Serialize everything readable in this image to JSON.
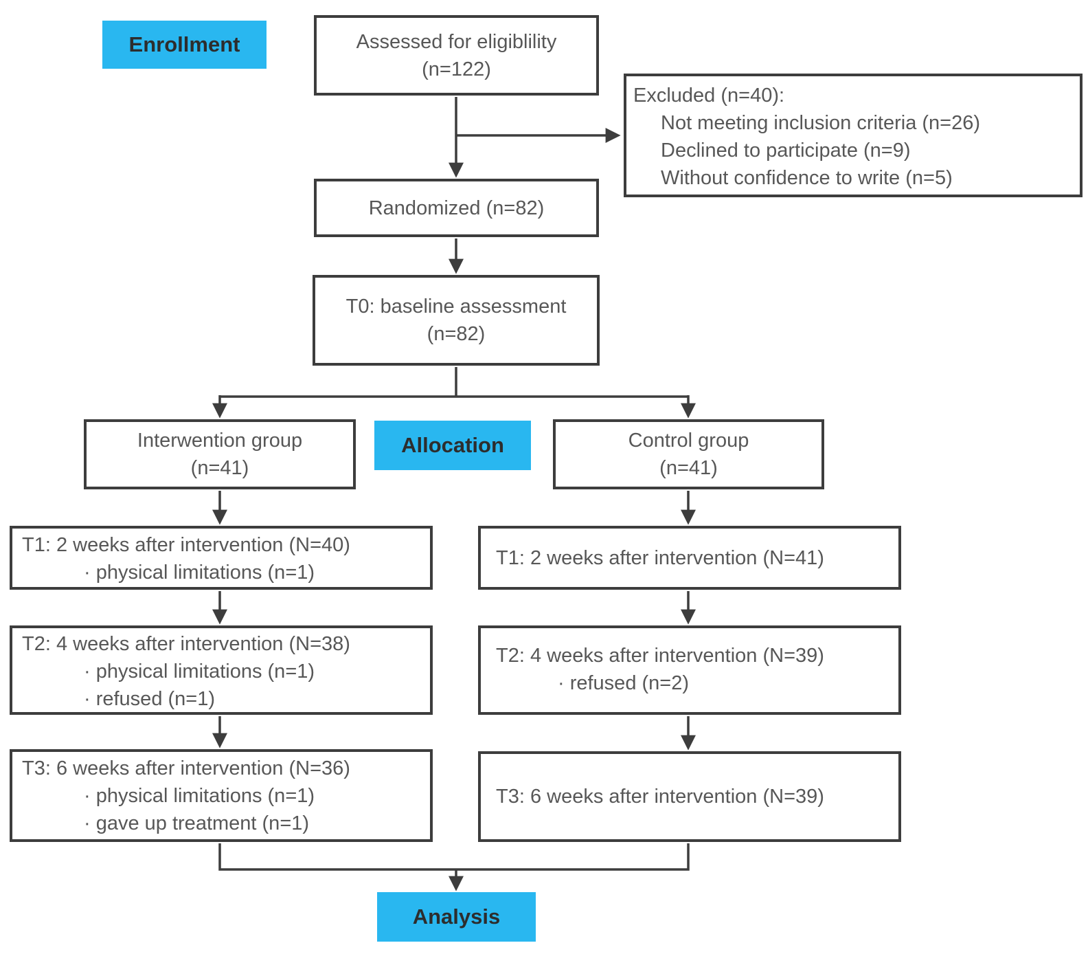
{
  "diagram_title": "CONSORT participant flow diagram",
  "colors": {
    "accent_blue": "#29b7f0",
    "box_border": "#3d3d3d",
    "connector": "#3d3d3d",
    "box_text": "#575757",
    "label_text": "#2d2d2d",
    "background": "#ffffff"
  },
  "stage_labels": {
    "enrollment": "Enrollment",
    "allocation": "Allocation",
    "analysis": "Analysis"
  },
  "nodes": {
    "assessed": {
      "line1": "Assessed for eligiblility",
      "line2": "(n=122)"
    },
    "excluded": {
      "title": "Excluded (n=40):",
      "items": [
        "Not meeting inclusion criteria (n=26)",
        "Declined to participate (n=9)",
        "Without confidence to write (n=5)"
      ]
    },
    "randomized": {
      "line1": "Randomized (n=82)"
    },
    "t0": {
      "line1": "T0: baseline assessment",
      "line2": "(n=82)"
    },
    "intervention_group": {
      "line1": "Interwention group",
      "line2": "(n=41)"
    },
    "control_group": {
      "line1": "Control group",
      "line2": "(n=41)"
    },
    "t1_intervention": {
      "line1": "T1: 2 weeks after intervention (N=40)",
      "bullets": [
        "· physical limitations (n=1)"
      ]
    },
    "t1_control": {
      "line1": "T1: 2 weeks after intervention (N=41)",
      "bullets": []
    },
    "t2_intervention": {
      "line1": "T2: 4 weeks after intervention (N=38)",
      "bullets": [
        "· physical limitations (n=1)",
        "· refused (n=1)"
      ]
    },
    "t2_control": {
      "line1": "T2: 4 weeks after intervention (N=39)",
      "bullets": [
        "· refused (n=2)"
      ]
    },
    "t3_intervention": {
      "line1": "T3: 6 weeks after intervention (N=36)",
      "bullets": [
        "· physical limitations (n=1)",
        "· gave up treatment (n=1)"
      ]
    },
    "t3_control": {
      "line1": "T3: 6 weeks after intervention (N=39)",
      "bullets": []
    }
  },
  "edges": [
    "assessed -> randomized",
    "assessed -> excluded",
    "randomized -> t0",
    "t0 -> intervention_group",
    "t0 -> control_group",
    "intervention_group -> t1_intervention",
    "control_group -> t1_control",
    "t1_intervention -> t2_intervention",
    "t1_control -> t2_control",
    "t2_intervention -> t3_intervention",
    "t2_control -> t3_control",
    "t3_intervention -> analysis",
    "t3_control -> analysis"
  ]
}
